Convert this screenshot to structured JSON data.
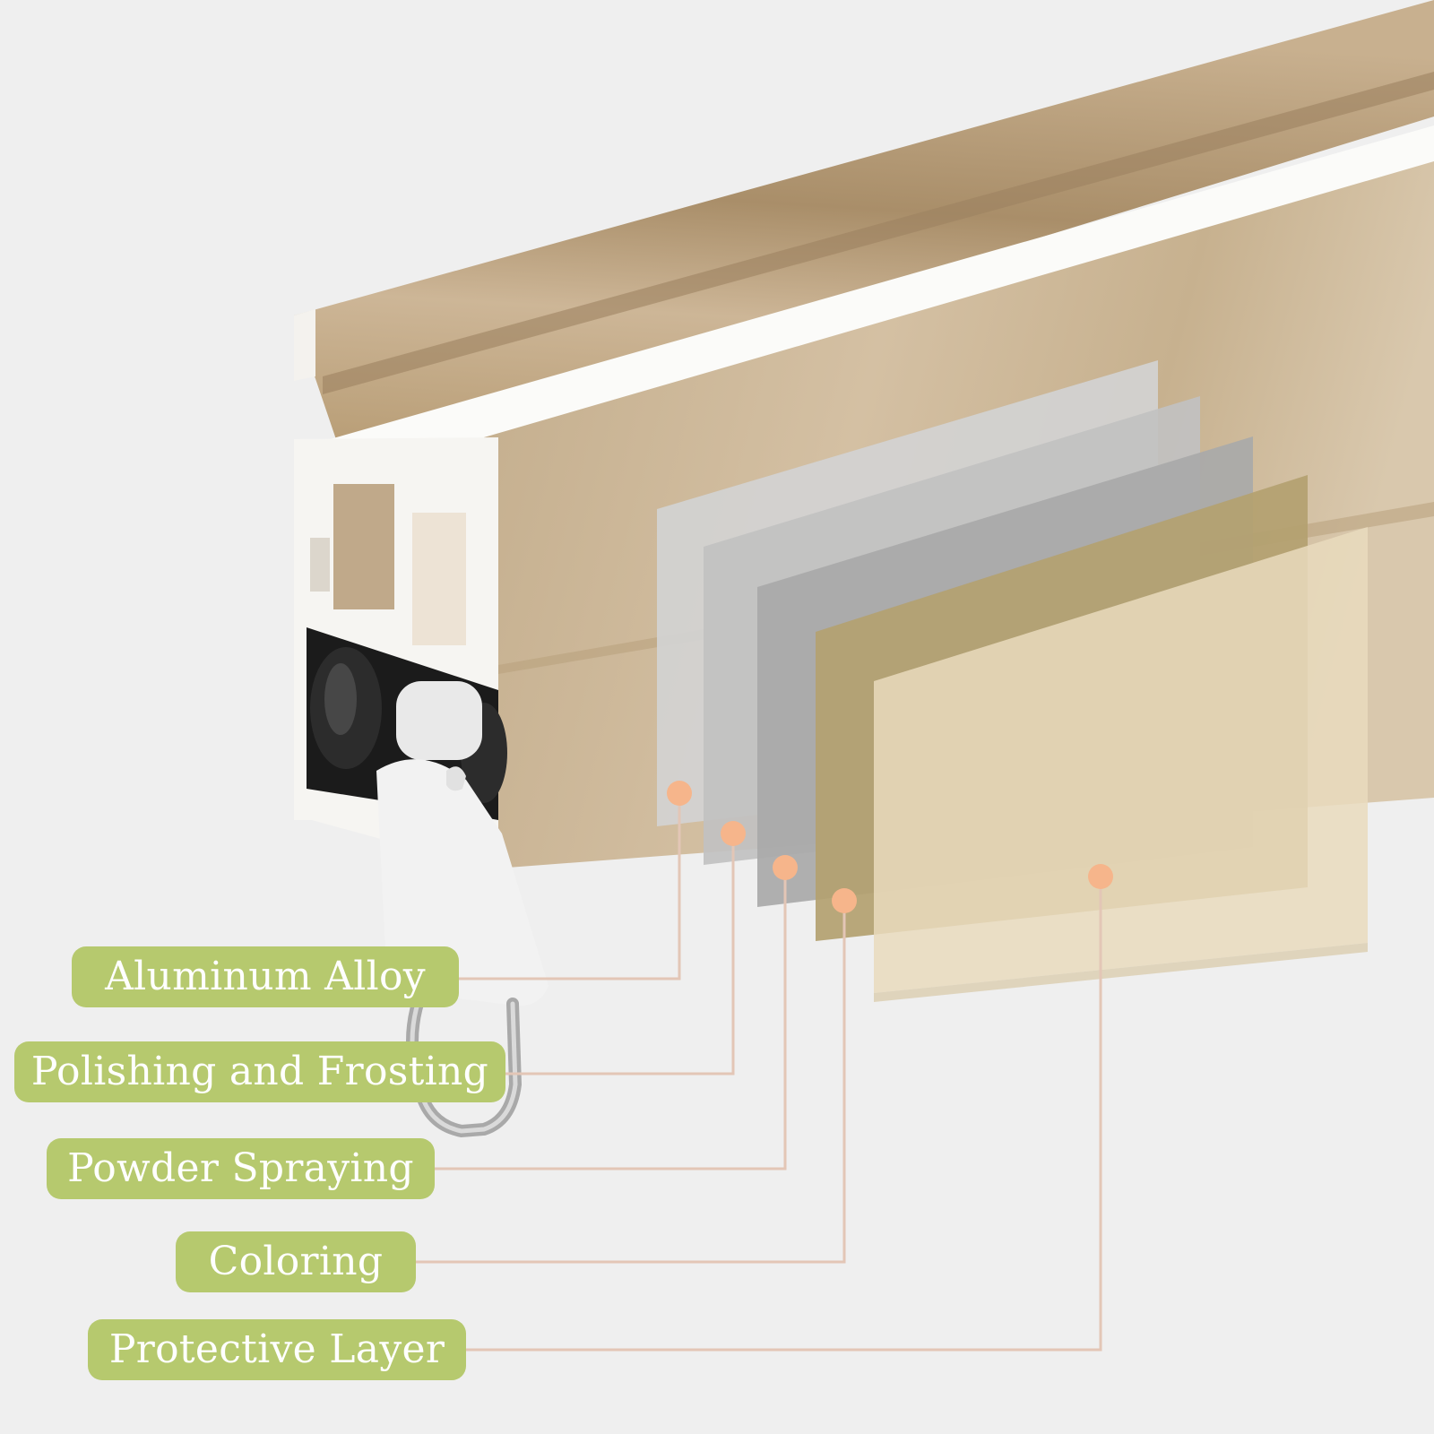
{
  "colors": {
    "background": "#efefef",
    "label_fill": "#b6c96e",
    "label_text": "#ffffff",
    "leader_line": "#e3c6b6",
    "marker_dot": "#f6b58b",
    "rail_gold": "#c9b393",
    "rail_white": "#fbfbf9",
    "layer_aluminum": "#d3d3d3",
    "layer_polishing": "#c1c1c1",
    "layer_powder": "#a9a9a9",
    "layer_coloring": "#b3a170",
    "layer_protective": "#e9dbbd"
  },
  "layers": [
    {
      "id": "aluminum-alloy",
      "label": "Aluminum Alloy"
    },
    {
      "id": "polishing-and-frosting",
      "label": "Polishing and Frosting"
    },
    {
      "id": "powder-spraying",
      "label": "Powder Spraying"
    },
    {
      "id": "coloring",
      "label": "Coloring"
    },
    {
      "id": "protective-layer",
      "label": "Protective Layer"
    }
  ]
}
